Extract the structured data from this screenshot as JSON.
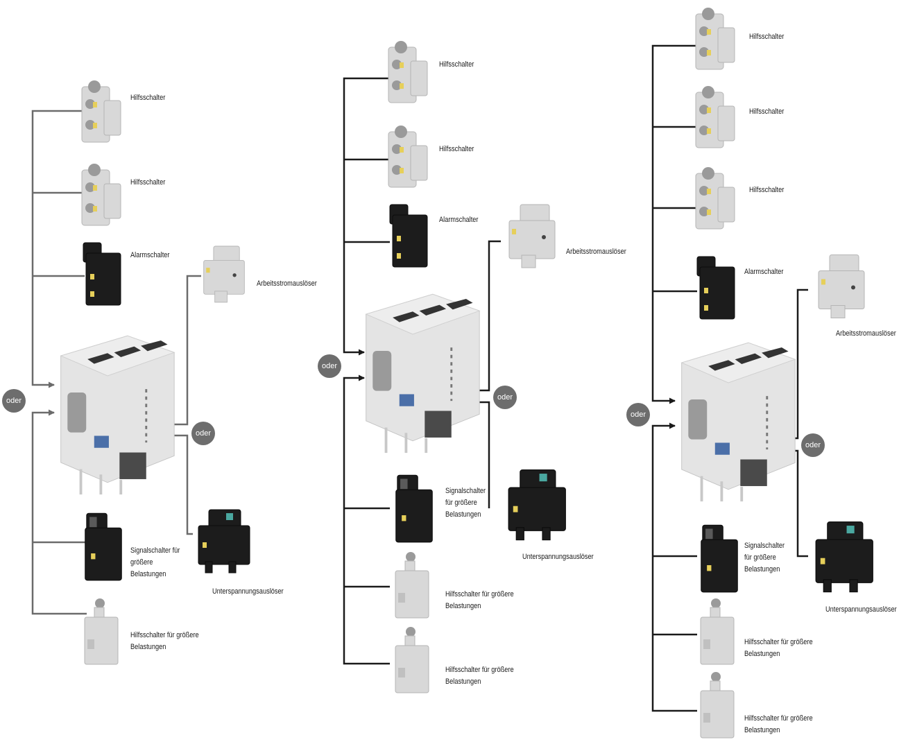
{
  "colors": {
    "connector_gray": "#6b6b6b",
    "connector_black": "#1a1a1a",
    "oder_badge": "#6d6d6d",
    "device_light": "#d8d8d8",
    "device_dark": "#1c1c1c",
    "contact_yellow": "#e6cf5a"
  },
  "oder_label": "oder",
  "diagrams": [
    {
      "connector_color": "gray",
      "left_stack": [
        {
          "label": "Hilfsschalter",
          "type": "aux-switch"
        },
        {
          "label": "Hilfsschalter",
          "type": "aux-switch"
        },
        {
          "label": "Alarmschalter",
          "type": "alarm-switch"
        }
      ],
      "right_stack": [
        {
          "label": "Arbeitsstromauslöser",
          "type": "shunt-trip"
        },
        {
          "label": "Unterspannungsauslöser",
          "type": "undervoltage-release"
        }
      ],
      "bottom_stack": [
        {
          "label": "Signalschalter für\ngrößere\nBelastungen",
          "type": "signal-switch"
        },
        {
          "label": "Hilfsschalter für größere\nBelastungen",
          "type": "aux-switch-heavy"
        }
      ]
    },
    {
      "connector_color": "black",
      "left_stack": [
        {
          "label": "Hilfsschalter",
          "type": "aux-switch"
        },
        {
          "label": "Hilfsschalter",
          "type": "aux-switch"
        },
        {
          "label": "Alarmschalter",
          "type": "alarm-switch"
        }
      ],
      "right_stack": [
        {
          "label": "Arbeitsstromauslöser",
          "type": "shunt-trip"
        },
        {
          "label": "Unterspannungsauslöser",
          "type": "undervoltage-release"
        }
      ],
      "bottom_stack": [
        {
          "label": "Signalschalter\nfür größere\nBelastungen",
          "type": "signal-switch"
        },
        {
          "label": "Hilfsschalter für größere\nBelastungen",
          "type": "aux-switch-heavy"
        },
        {
          "label": "Hilfsschalter für größere\nBelastungen",
          "type": "aux-switch-heavy"
        }
      ]
    },
    {
      "connector_color": "black",
      "left_stack": [
        {
          "label": "Hilfsschalter",
          "type": "aux-switch"
        },
        {
          "label": "Hilfsschalter",
          "type": "aux-switch"
        },
        {
          "label": "Hilfsschalter",
          "type": "aux-switch"
        },
        {
          "label": "Alarmschalter",
          "type": "alarm-switch"
        }
      ],
      "right_stack": [
        {
          "label": "Arbeitsstromauslöser",
          "type": "shunt-trip"
        },
        {
          "label": "Unterspannungsauslöser",
          "type": "undervoltage-release"
        }
      ],
      "bottom_stack": [
        {
          "label": "Signalschalter\nfür größere\nBelastungen",
          "type": "signal-switch"
        },
        {
          "label": "Hilfsschalter für größere\nBelastungen",
          "type": "aux-switch-heavy"
        },
        {
          "label": "Hilfsschalter für größere\nBelastungen",
          "type": "aux-switch-heavy"
        }
      ]
    }
  ]
}
